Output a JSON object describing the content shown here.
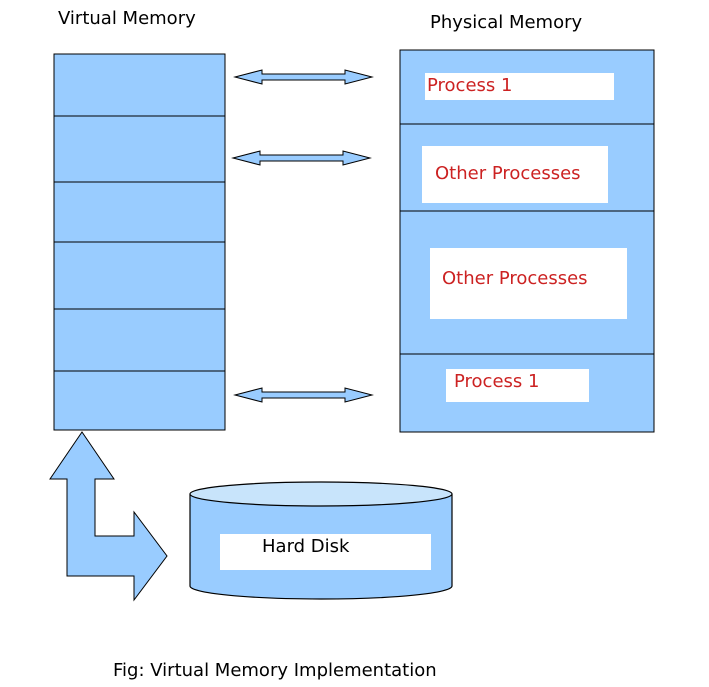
{
  "titles": {
    "virtual": "Virtual Memory",
    "physical": "Physical Memory"
  },
  "physical_blocks": [
    "Process 1",
    "Other Processes",
    "Other Processes",
    "Process 1"
  ],
  "disk": {
    "label": "Hard Disk"
  },
  "caption": "Fig:  Virtual Memory Implementation",
  "colors": {
    "fill": "#99ccff",
    "disk_top": "#c8e4fb",
    "process_text": "#cc2222"
  }
}
